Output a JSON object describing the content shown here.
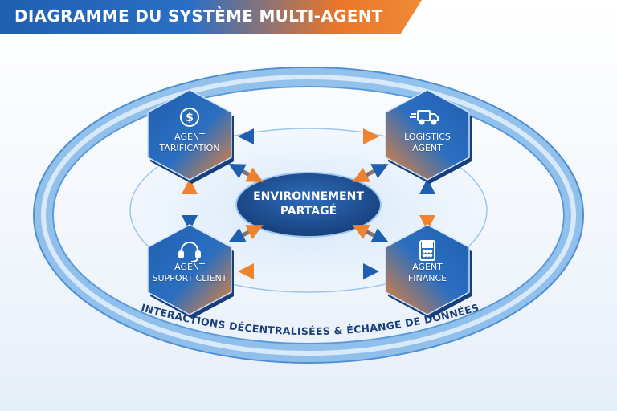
{
  "title": "DIAGRAMME DU SYSTÈME MULTI-AGENT",
  "center": {
    "line1": "ENVIRONNEMENT",
    "line2": "PARTAGÉ"
  },
  "agents": [
    {
      "line1": "AGENT",
      "line2": "TARIFICATION",
      "icon": "dollar-icon"
    },
    {
      "line1": "LOGISTICS",
      "line2": "AGENT",
      "icon": "truck-icon"
    },
    {
      "line1": "AGENT",
      "line2": "SUPPORT CLIENT",
      "icon": "headset-icon"
    },
    {
      "line1": "AGENT",
      "line2": "FINANCE",
      "icon": "calculator-icon"
    }
  ],
  "ring_caption": "INTERACTIONS DÉCENTRALISÉES & ÉCHANGE DE DONNÉES",
  "colors": {
    "blue": "#1f5fb0",
    "orange": "#f0822f",
    "ring": "#7fb6e8",
    "center": "#1e4f96"
  }
}
